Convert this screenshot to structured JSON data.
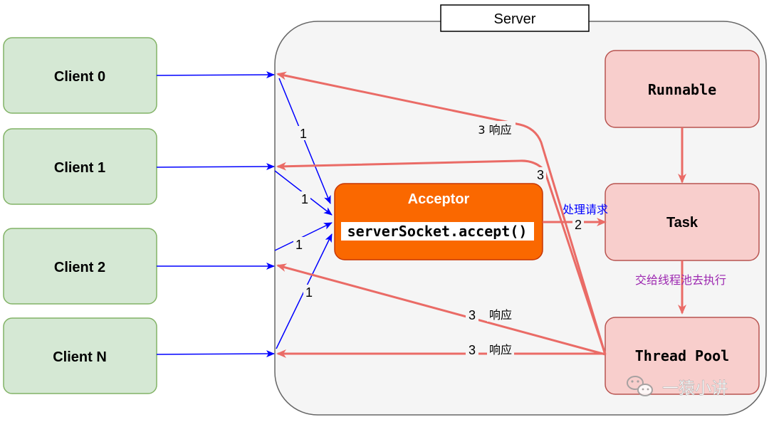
{
  "server": {
    "title": "Server"
  },
  "clients": [
    {
      "label": "Client 0"
    },
    {
      "label": "Client 1"
    },
    {
      "label": "Client 2"
    },
    {
      "label": "Client N"
    }
  ],
  "acceptor": {
    "title": "Acceptor",
    "code": "serverSocket.accept()"
  },
  "runnable": {
    "label": "Runnable"
  },
  "task": {
    "label": "Task"
  },
  "thread_pool": {
    "label": "Thread Pool"
  },
  "edge_labels": {
    "connect": "1",
    "dispatch_num": "2",
    "dispatch_text": "处理请求",
    "response_num": "3",
    "response_text": "响应",
    "response_full": "3 响应",
    "handoff_text": "交给线程池去执行"
  },
  "watermark": {
    "text": "一猿小讲",
    "icon": "wechat-icon"
  },
  "colors": {
    "client_fill": "#d5e8d4",
    "client_stroke": "#82b366",
    "server_fill": "#f5f5f5",
    "server_stroke": "#666666",
    "acceptor_fill": "#fa6800",
    "acceptor_stroke": "#c73500",
    "task_fill": "#f8cecc",
    "task_stroke": "#b85450",
    "blue_arrow": "#0000ff",
    "red_arrow": "#ea6b66",
    "dispatch_text": "#0000ff",
    "handoff_text": "#9c27b0"
  }
}
